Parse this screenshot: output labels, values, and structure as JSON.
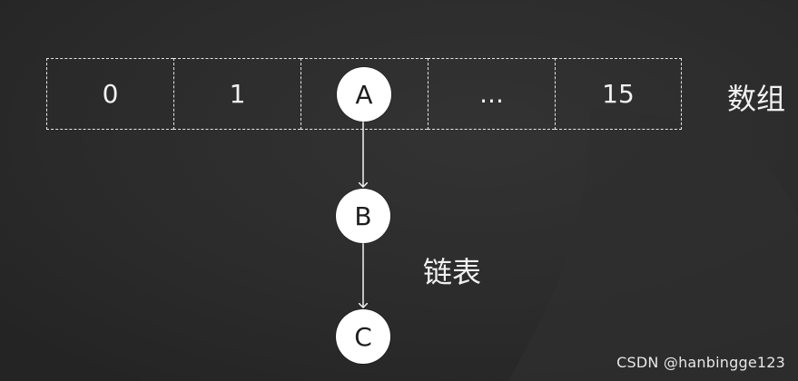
{
  "diagram": {
    "array_cells": [
      "0",
      "1",
      "",
      "...",
      "15"
    ],
    "array_label": "数组",
    "list_nodes": [
      "A",
      "B",
      "C"
    ],
    "list_label": "链表",
    "watermark": "CSDN @hanbingge123",
    "colors": {
      "background": "#2a2a2a",
      "node_fill": "#ffffff",
      "text_light": "#f2f2f2",
      "line": "#f2f2f2"
    }
  }
}
